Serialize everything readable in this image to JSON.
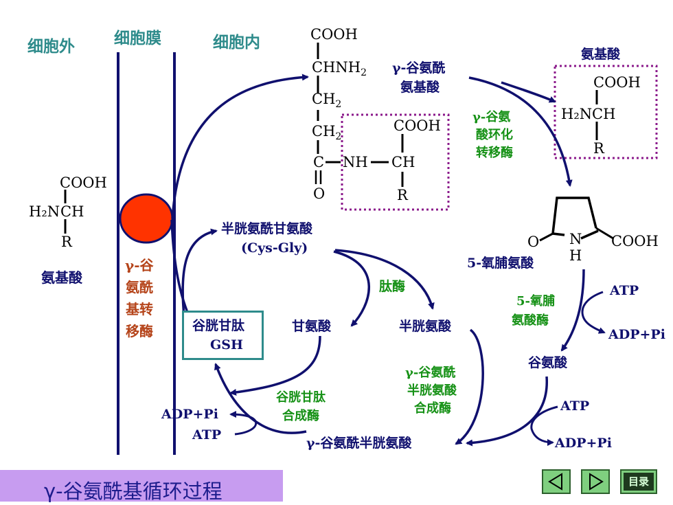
{
  "headers": {
    "outside": "细胞外",
    "membrane": "细胞膜",
    "inside": "细胞内"
  },
  "left_amino_acid": {
    "cooh": "COOH",
    "h2n": "H₂N",
    "ch": "CH",
    "r": "R",
    "label": "氨基酸"
  },
  "transpeptidase": {
    "line1": "γ-谷",
    "line2": "氨酰",
    "line3": "基转",
    "line4": "移酶"
  },
  "gsh_box": {
    "line1": "谷胱甘肽",
    "line2": "GSH"
  },
  "dipeptide": {
    "cooh": "COOH",
    "chnh": "CHNH",
    "nh_sub": "2",
    "ch2a": "CH",
    "ch2b": "CH",
    "sub2": "2",
    "c": "C",
    "o": "O",
    "nh": "NH",
    "ch": "CH",
    "cooh2": "COOH",
    "r": "R"
  },
  "glu_aa_label": {
    "line1": "γ-谷氨酰",
    "line2": "氨基酸"
  },
  "right_amino_acid": {
    "title": "氨基酸",
    "cooh": "COOH",
    "h2n": "H₂N",
    "ch": "CH",
    "r": "R"
  },
  "cyclotransferase": {
    "line1": "γ-谷氨",
    "line2": "酸环化",
    "line3": "转移酶"
  },
  "oxoproline": {
    "o": "O",
    "n": "N",
    "h": "H",
    "cooh": "COOH",
    "label": "5-氧脯氨酸"
  },
  "cys_gly": {
    "line1": "半胱氨酰甘氨酸",
    "line2": "(Cys-Gly)"
  },
  "peptidase": "肽酶",
  "glycine": "甘氨酸",
  "cysteine": "半胱氨酸",
  "oxoprolinase": {
    "line1": "5-氧脯",
    "line2": "氨酸酶"
  },
  "atp1": "ATP",
  "adp1": "ADP+Pi",
  "glutamate": "谷氨酸",
  "atp2": "ATP",
  "adp2": "ADP+Pi",
  "gcs": {
    "line1": "γ-谷氨酰",
    "line2": "半胱氨酸",
    "line3": "合成酶"
  },
  "gs": {
    "line1": "谷胱甘肽",
    "line2": "合成酶"
  },
  "glu_cys": "γ-谷氨酰半胱氨酸",
  "adp3": "ADP+Pi",
  "atp3": "ATP",
  "slide_title": "γ-谷氨酰基循环过程",
  "nav": {
    "menu": "目录"
  },
  "colors": {
    "navy": "#10106e",
    "green": "#169116",
    "teal": "#2e8b8b",
    "brown": "#b5441a",
    "carrier": "#ff3300",
    "purple": "#8b1a8b",
    "title_bg": "#c79cf0"
  }
}
